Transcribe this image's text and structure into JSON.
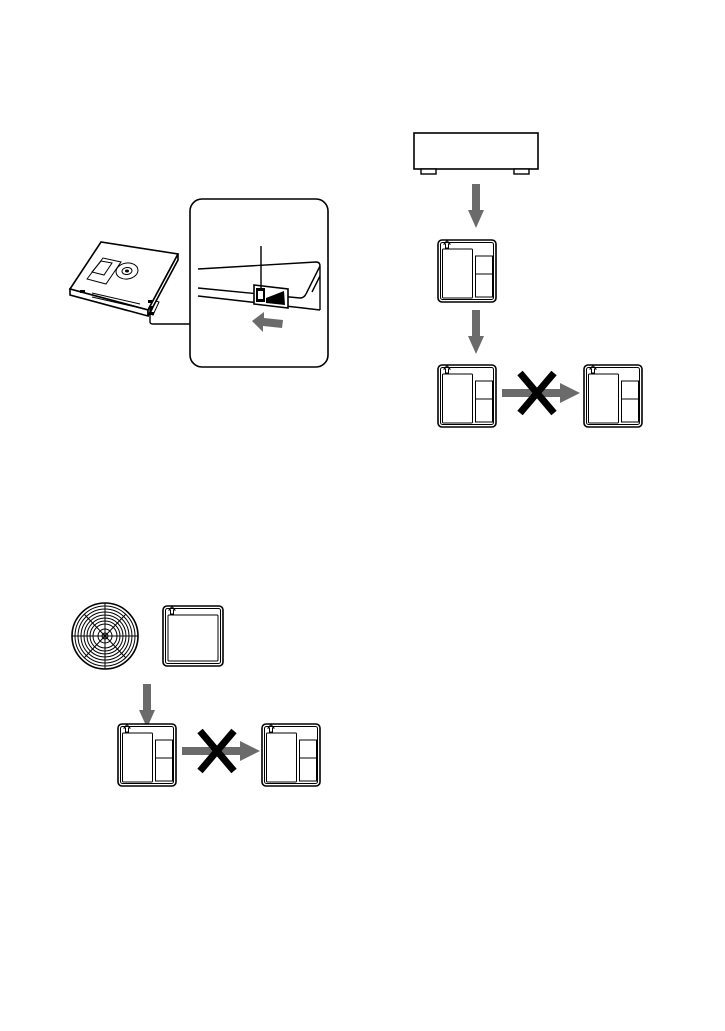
{
  "page": {
    "background": "#ffffff"
  },
  "colors": {
    "line": "#000000",
    "arrow": "#6b6b6b",
    "fill": "#ffffff"
  },
  "illustrations": [
    {
      "id": "write-protect-tab",
      "icons": [
        "minidisc-icon",
        "magnified-slot-panel",
        "write-protect-slider",
        "slide-arrow-icon"
      ]
    },
    {
      "id": "digital-copy-chain-deck",
      "icons": [
        "stereo-deck-icon",
        "down-arrow-icon",
        "minidisc-front-icon",
        "no-copy-cross-icon"
      ]
    },
    {
      "id": "digital-copy-chain-cd",
      "icons": [
        "cd-icon",
        "recordable-md-icon",
        "down-arrow-icon",
        "minidisc-front-icon",
        "no-copy-cross-icon"
      ]
    }
  ]
}
